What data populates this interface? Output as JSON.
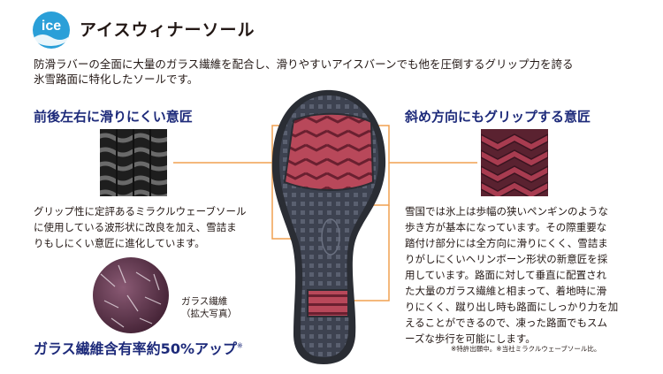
{
  "badge": {
    "text": "ice"
  },
  "title": "アイスウィナーソール",
  "intro": [
    "防滑ラバーの全面に大量のガラス繊維を配合し、滑りやすいアイスバーンでも他を圧倒するグリップ力を誇る",
    "氷雪路面に特化したソールです。"
  ],
  "left_heading": "前後左右に滑りにくい意匠",
  "left_text": [
    "グリップ性に定評あるミラクルウェーブソール",
    "に使用している波形状に改良を加え、雪詰ま",
    "りもしにくい意匠に進化しています。"
  ],
  "right_heading": "斜め方向にもグリップする意匠",
  "right_text": [
    "雪国では氷上は歩幅の狭いペンギンのような",
    "歩き方が基本になっています。その際重要な",
    "踏付け部分には全方向に滑りにくく、雪詰ま",
    "りがしにくいヘリンボーン形状の新意匠を採",
    "用しています。路面に対して垂直に配置され",
    "た大量のガラス繊維と相まって、着地時に滑",
    "りにくく、蹴り出し時も路面にしっかり力を加",
    "えることができるので、凍った路面でもスム",
    "ーズな歩行を可能にします。"
  ],
  "glass_label": [
    "ガラス繊維",
    "（拡大写真）"
  ],
  "bottom_claim": "ガラス繊維含有率約50%アップ",
  "bottom_claim_mark": "※",
  "footnote": "※特許出願中。※当社ミラクルウェーブソール比。",
  "colors": {
    "heading": "#1d2a7a",
    "badge": "#2a9fd8",
    "connector": "#f0a050",
    "sole_red": "#b8485a",
    "sole_dark": "#3d4250"
  }
}
